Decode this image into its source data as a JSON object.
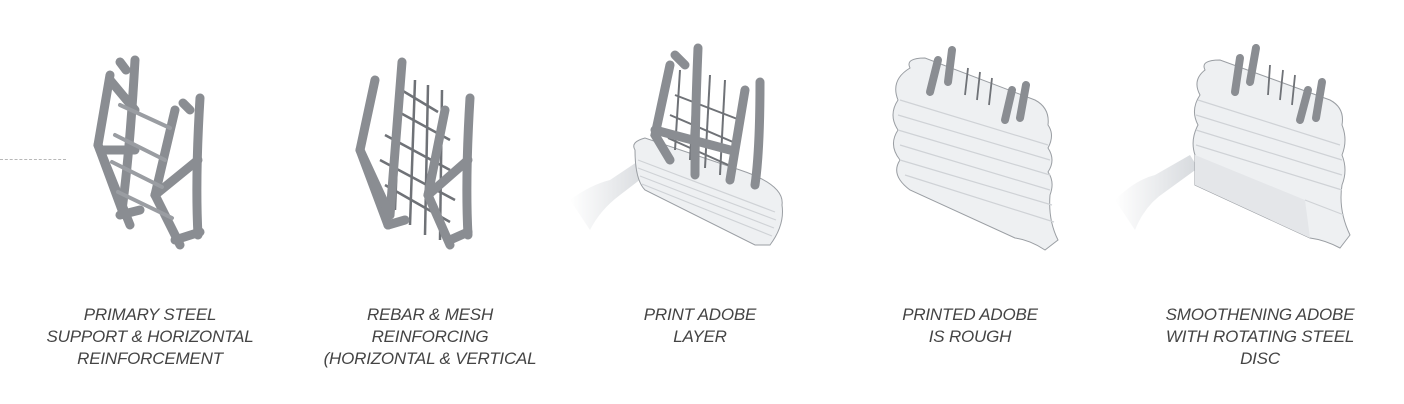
{
  "diagram": {
    "title": "",
    "type": "process-sequence",
    "colors": {
      "steel": "#8a8d92",
      "steel_dark": "#5f6267",
      "adobe": "#eef0f2",
      "adobe_shadow": "#c9ccd1",
      "text": "#444444",
      "guide_line": "#b8b8b8"
    },
    "steps": [
      {
        "id": 1,
        "icon": "steel-frame-icon",
        "caption_lines": [
          "PRIMARY STEEL",
          "SUPPORT & HORIZONTAL",
          "REINFORCEMENT"
        ]
      },
      {
        "id": 2,
        "icon": "rebar-mesh-icon",
        "caption_lines": [
          "REBAR & MESH",
          "REINFORCING",
          "(HORIZONTAL & VERTICAL"
        ]
      },
      {
        "id": 3,
        "icon": "print-adobe-icon",
        "caption_lines": [
          "PRINT ADOBE",
          "LAYER"
        ]
      },
      {
        "id": 4,
        "icon": "rough-adobe-icon",
        "caption_lines": [
          "PRINTED ADOBE",
          "IS ROUGH"
        ]
      },
      {
        "id": 5,
        "icon": "smoothing-disc-icon",
        "caption_lines": [
          "SMOOTHENING ADOBE",
          "WITH ROTATING STEEL",
          "DISC"
        ]
      }
    ]
  }
}
